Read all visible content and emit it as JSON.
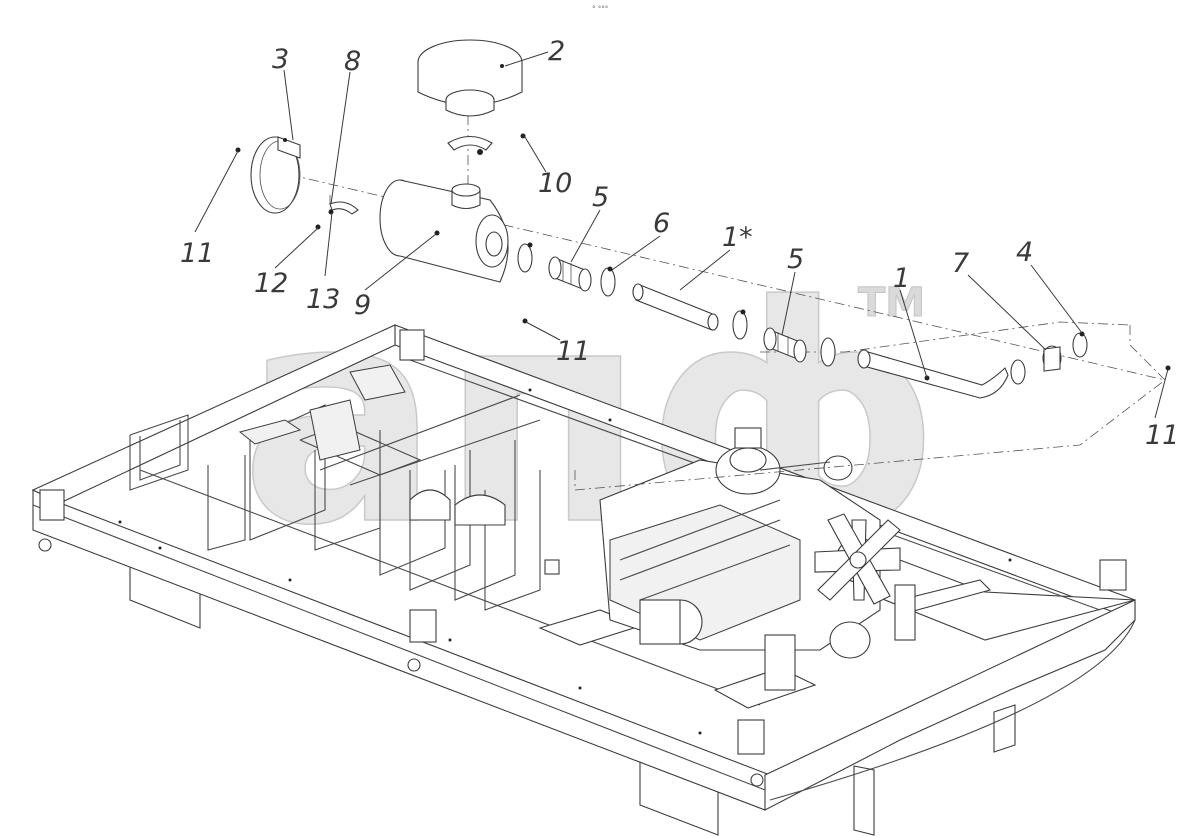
{
  "header_mark": "° °°°",
  "watermark": {
    "text": "aпф",
    "trademark": "TM"
  },
  "callouts": [
    {
      "id": "c-3",
      "label": "3"
    },
    {
      "id": "c-8",
      "label": "8"
    },
    {
      "id": "c-2",
      "label": "2"
    },
    {
      "id": "c-10",
      "label": "10"
    },
    {
      "id": "c-5a",
      "label": "5"
    },
    {
      "id": "c-6",
      "label": "6"
    },
    {
      "id": "c-1star",
      "label": "1*"
    },
    {
      "id": "c-5b",
      "label": "5"
    },
    {
      "id": "c-1",
      "label": "1"
    },
    {
      "id": "c-7",
      "label": "7"
    },
    {
      "id": "c-4",
      "label": "4"
    },
    {
      "id": "c-11a",
      "label": "11"
    },
    {
      "id": "c-12",
      "label": "12"
    },
    {
      "id": "c-13",
      "label": "13"
    },
    {
      "id": "c-9",
      "label": "9"
    },
    {
      "id": "c-11b",
      "label": "11"
    },
    {
      "id": "c-11c",
      "label": "11"
    }
  ]
}
